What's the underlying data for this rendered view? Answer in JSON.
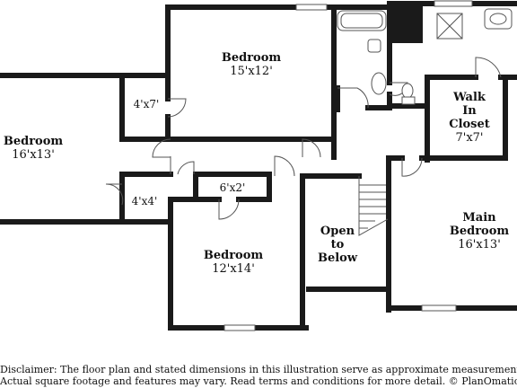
{
  "rooms": {
    "bedroom_top": {
      "name": "Bedroom",
      "dims": "15'x12'"
    },
    "bedroom_left": {
      "name": "Bedroom",
      "dims": "16'x13'"
    },
    "closet_4x7": {
      "dims": "4'x7'"
    },
    "closet_4x4": {
      "dims": "4'x4'"
    },
    "closet_6x2": {
      "dims": "6'x2'"
    },
    "bedroom_bottom": {
      "name": "Bedroom",
      "dims": "12'x14'"
    },
    "open_to_below": {
      "line1": "Open",
      "line2": "to",
      "line3": "Below"
    },
    "walk_in_closet": {
      "line1": "Walk",
      "line2": "In",
      "line3": "Closet",
      "dims": "7'x7'"
    },
    "main_bedroom": {
      "line1": "Main",
      "line2": "Bedroom",
      "dims": "16'x13'"
    }
  },
  "disclaimer": {
    "line1": "Disclaimer: The floor plan and stated dimensions in this illustration serve as approximate measurements.",
    "line2": "Actual square footage and features may vary. Read terms and conditions for more detail. © PlanOmatic"
  },
  "colors": {
    "wall": "#1a1a1a",
    "fixture": "#555555"
  }
}
